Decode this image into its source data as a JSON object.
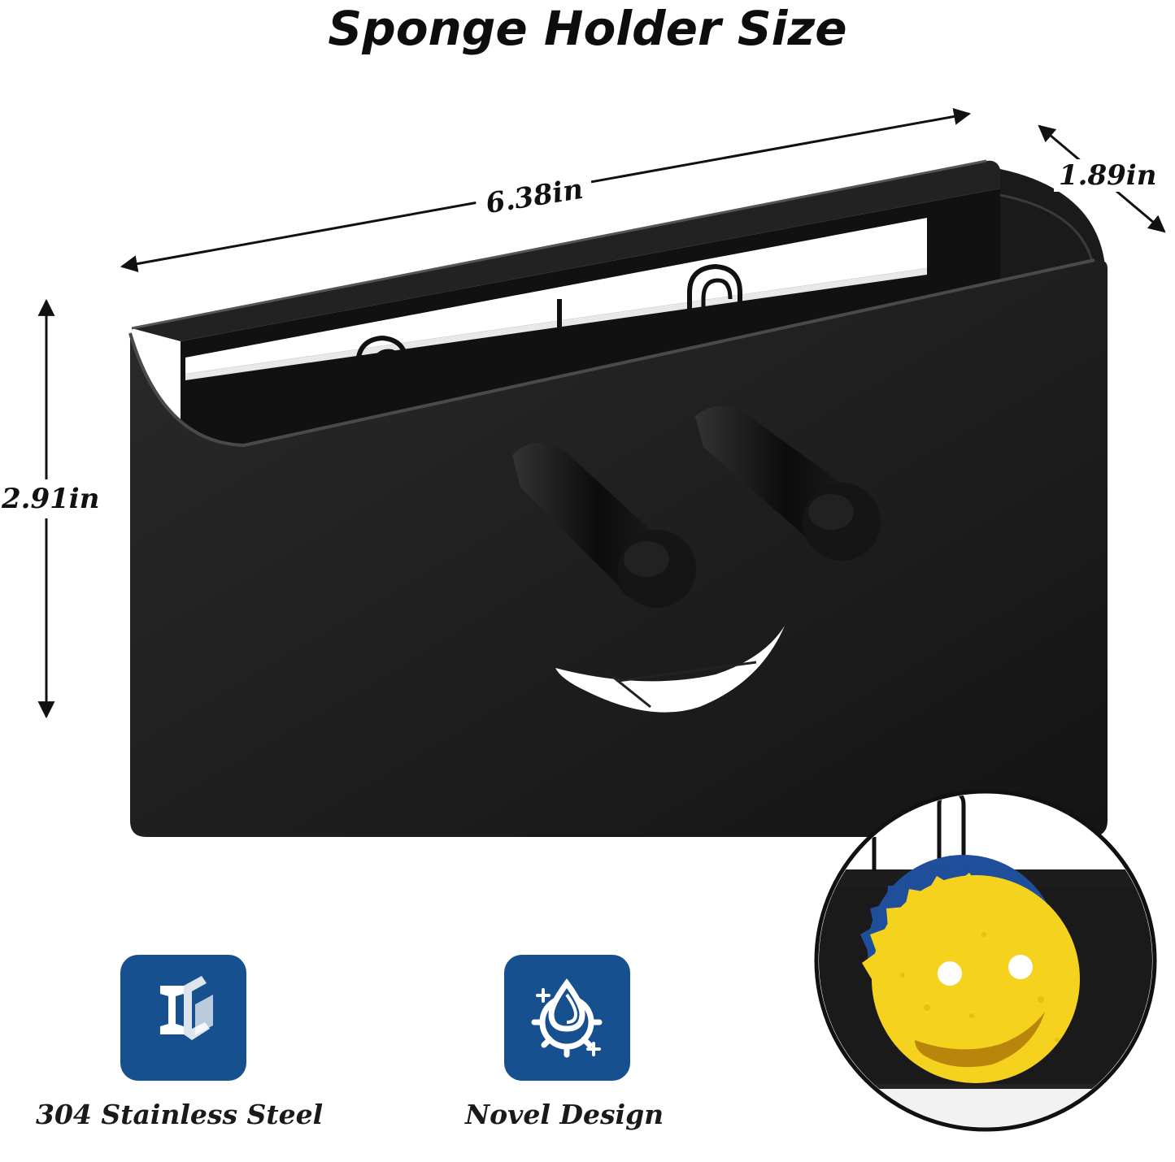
{
  "title": "Sponge Holder Size",
  "dimensions": {
    "width": "6.38in",
    "depth": "1.89in",
    "height": "2.91in"
  },
  "features": [
    {
      "label": "304 Stainless Steel",
      "icon": "steel-beam-icon"
    },
    {
      "label": "Novel Design",
      "icon": "water-drop-gear-icon"
    }
  ],
  "colors": {
    "product": "#1c1c1c",
    "badge": "#16508e",
    "sponge_yellow": "#f5d21e",
    "sponge_blue": "#1f4f9a"
  }
}
